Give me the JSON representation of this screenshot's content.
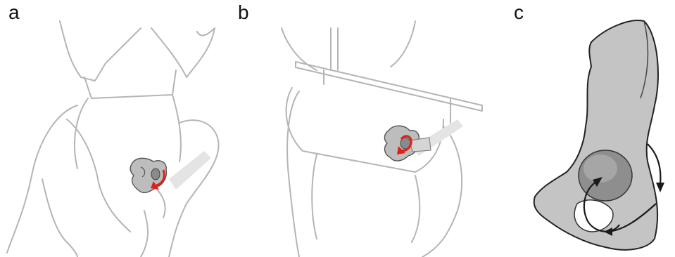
{
  "figure": {
    "panels": [
      {
        "label": "a",
        "content": "pelvic-bone-with-red-arrow"
      },
      {
        "label": "b",
        "content": "pelvic-bone-with-red-arrow-and-bar"
      },
      {
        "label": "c",
        "content": "hip-bone-with-black-arrows"
      }
    ]
  },
  "colors": {
    "outline": "#b5b5b5",
    "bone_fill": "#bdbdbd",
    "bone_dark": "#555555",
    "arrow_red": "#e0201b",
    "arrow_black": "#1a1a1a",
    "hip_fill": "#c4c4c4"
  }
}
